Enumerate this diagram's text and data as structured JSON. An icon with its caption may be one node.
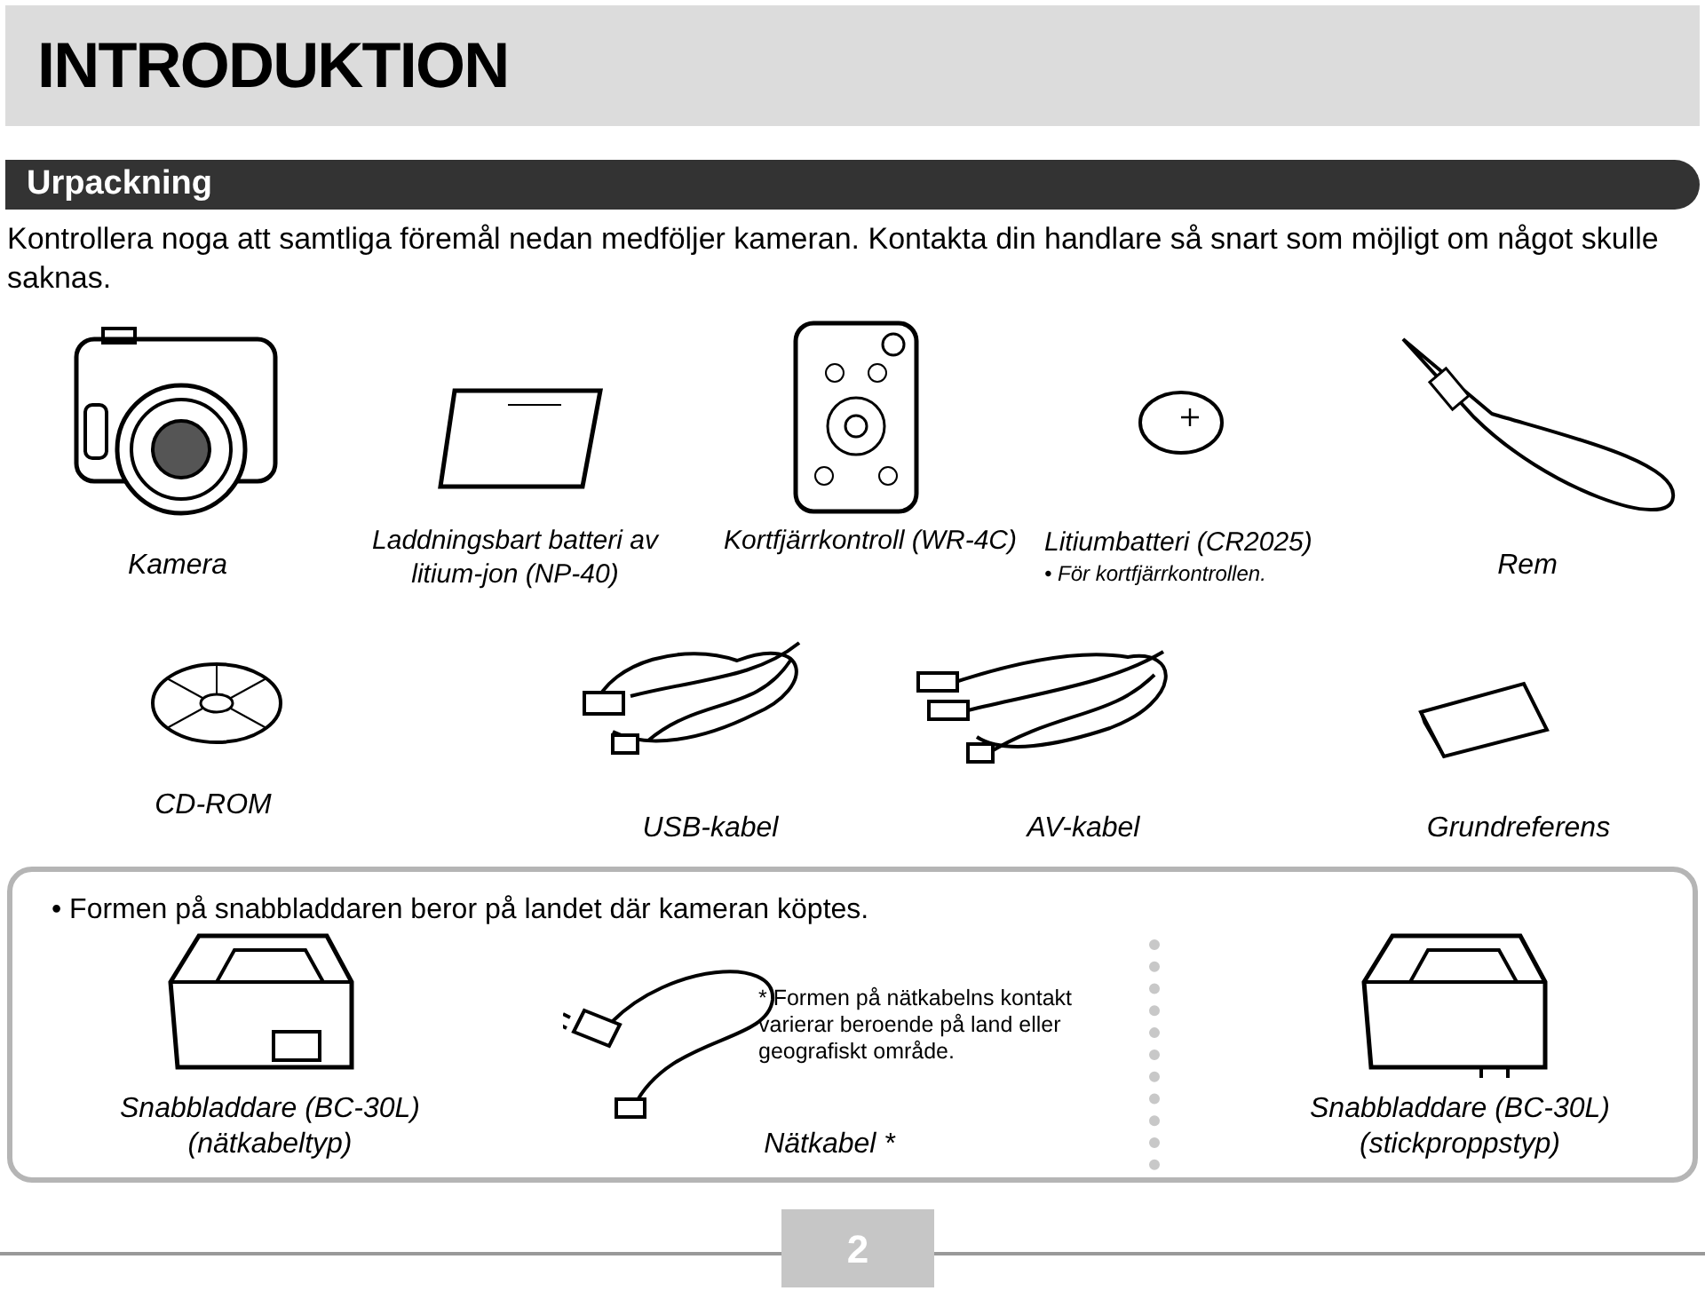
{
  "diagram": {
    "nodes": [
      {
        "text": [
          "INTRODUKTION"
        ]
      },
      {
        "text": [
          "Urpackning"
        ]
      },
      {
        "text": [
          "• Formen på snabbladdaren beror på landet där kameran köptes.",
          "Snabbladdare (BC-30L) (nätkabeltyp)",
          "* Formen på nätkabelns kontakt varierar beroende på land eller geografiskt område.",
          "Nätkabel *",
          "Snabbladdare (BC-30L) (stickproppstyp)"
        ]
      },
      {
        "text": [
          "2"
        ]
      }
    ],
    "labels": [
      "Kontrollera noga att samtliga föremål nedan medföljer kameran. Kontakta din handlare så snart som möjligt om något skulle saknas.",
      "Kamera",
      "Laddningsbart batteri av litium-jon (NP-40)",
      "Kortfjärrkontroll (WR-4C)",
      "Litiumbatteri (CR2025)",
      "• För kortfjärrkontrollen.",
      "Rem",
      "CD-ROM",
      "USB-kabel",
      "AV-kabel",
      "Grundreferens"
    ]
  }
}
